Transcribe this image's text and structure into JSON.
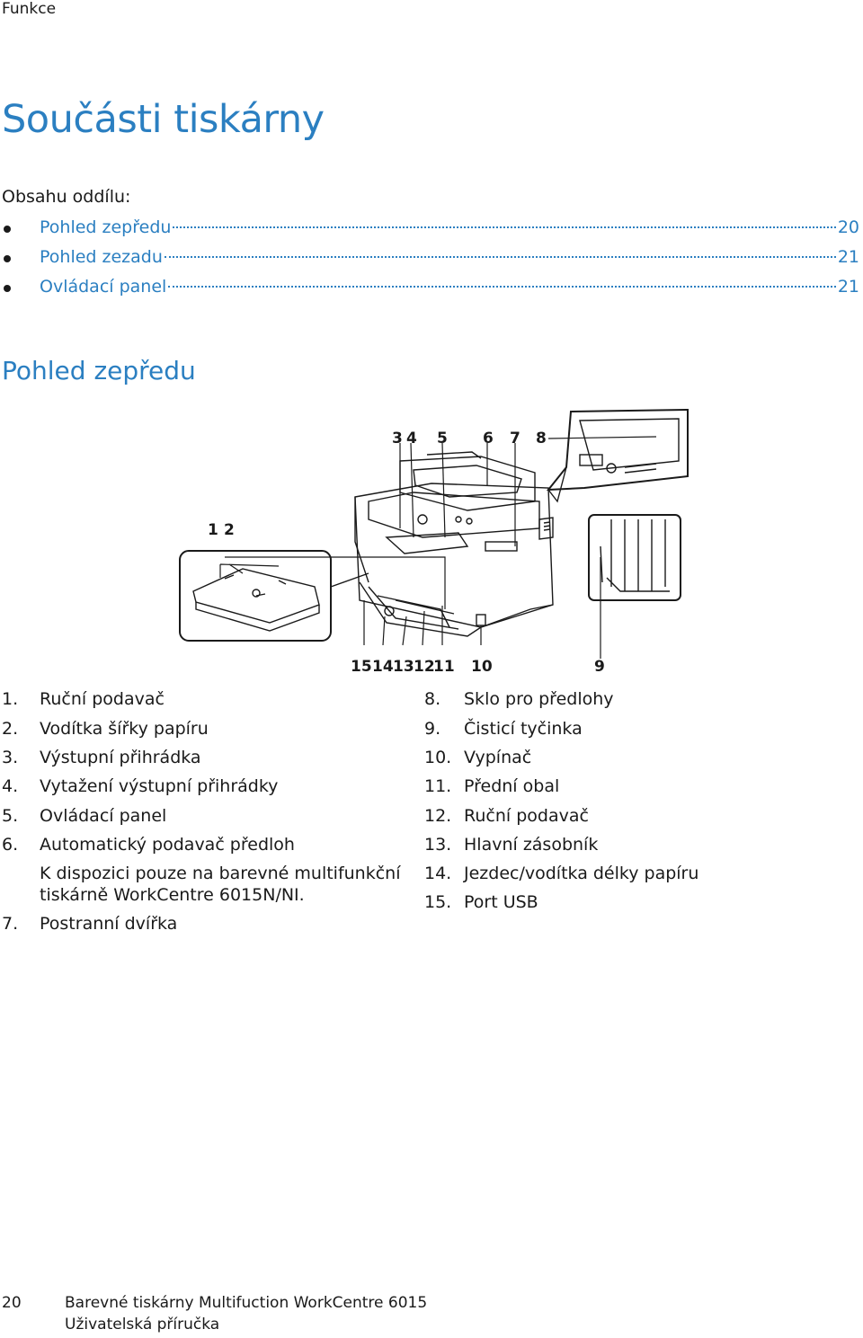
{
  "header": {
    "section": "Funkce"
  },
  "title": "Součásti tiskárny",
  "toc": {
    "intro": "Obsahu oddílu:",
    "items": [
      {
        "label": "Pohled zepředu",
        "page": "20"
      },
      {
        "label": "Pohled zezadu",
        "page": "21"
      },
      {
        "label": "Ovládací panel",
        "page": "21"
      }
    ]
  },
  "section_title": "Pohled zepředu",
  "callouts": {
    "c1": "1",
    "c2": "2",
    "c3": "3",
    "c4": "4",
    "c5": "5",
    "c6": "6",
    "c7": "7",
    "c8": "8",
    "c9": "9",
    "c10": "10",
    "c11": "11",
    "c12": "12",
    "c13": "13",
    "c14": "14",
    "c15": "15"
  },
  "legend_left": [
    {
      "num": "1.",
      "text": "Ruční podavač"
    },
    {
      "num": "2.",
      "text": "Vodítka šířky papíru"
    },
    {
      "num": "3.",
      "text": "Výstupní přihrádka"
    },
    {
      "num": "4.",
      "text": "Vytažení výstupní přihrádky"
    },
    {
      "num": "5.",
      "text": "Ovládací panel"
    },
    {
      "num": "6.",
      "text": "Automatický podavač předloh"
    },
    {
      "num": "7.",
      "text": "Postranní dvířka"
    }
  ],
  "legend_note_line1": "K dispozici pouze na barevné multifunkční",
  "legend_note_line2": "tiskárně WorkCentre 6015N/NI.",
  "legend_right": [
    {
      "num": "8.",
      "text": "Sklo pro předlohy"
    },
    {
      "num": "9.",
      "text": "Čisticí tyčinka"
    },
    {
      "num": "10.",
      "text": "Vypínač"
    },
    {
      "num": "11.",
      "text": "Přední obal"
    },
    {
      "num": "12.",
      "text": "Ruční podavač"
    },
    {
      "num": "13.",
      "text": "Hlavní zásobník"
    },
    {
      "num": "14.",
      "text": "Jezdec/vodítka délky papíru"
    },
    {
      "num": "15.",
      "text": "Port USB"
    }
  ],
  "footer": {
    "page_number": "20",
    "title": "Barevné tiskárny Multifuction WorkCentre 6015",
    "subtitle": "Uživatelská příručka"
  }
}
